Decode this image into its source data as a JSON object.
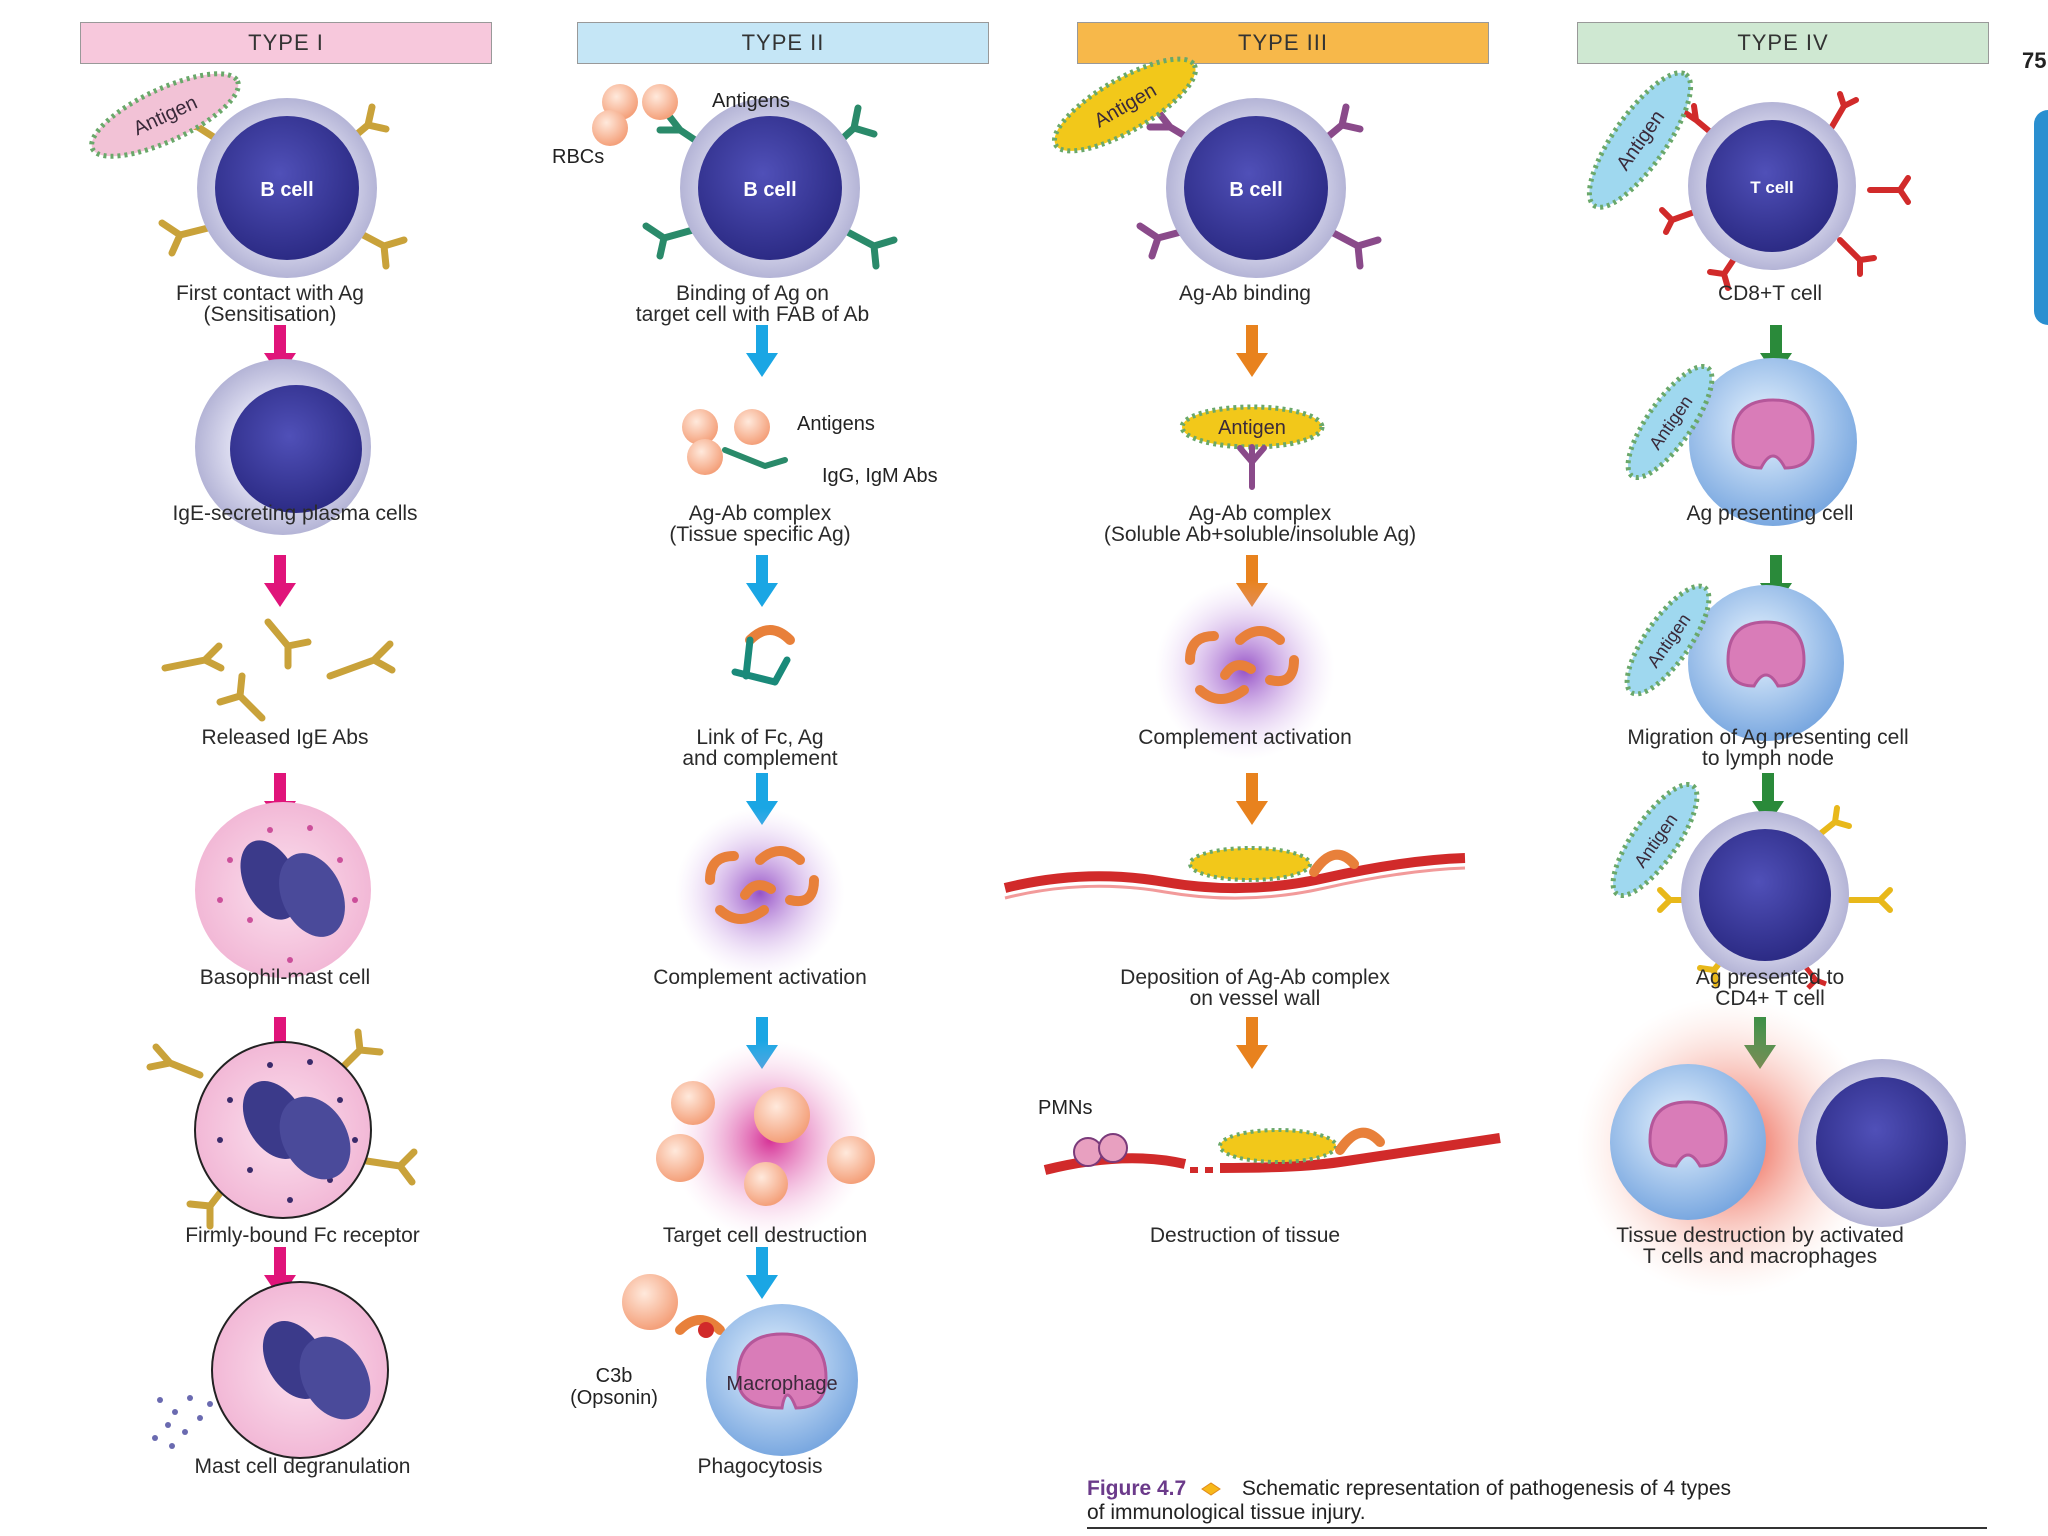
{
  "page_number": "75",
  "columns": [
    {
      "header": "TYPE I",
      "header_color": "#f7c8dc",
      "steps": [
        "First contact with Ag",
        "(Sensitisation)",
        "IgE-secreting plasma cells",
        "Released IgE Abs",
        "Basophil-mast cell",
        "Firmly-bound Fc receptor",
        "Mast cell degranulation"
      ]
    },
    {
      "header": "TYPE II",
      "header_color": "#c5e6f6",
      "steps": [
        "Binding of Ag on",
        "target cell with FAB of Ab",
        "Ag-Ab complex",
        "(Tissue specific Ag)",
        "Link of Fc, Ag",
        "and complement",
        "Complement activation",
        "Target cell destruction",
        "Phagocytosis"
      ]
    },
    {
      "header": "TYPE III",
      "header_color": "#f7b84a",
      "steps": [
        "Ag-Ab binding",
        "Ag-Ab complex",
        "(Soluble Ab+soluble/insoluble Ag)",
        "Complement activation",
        "Deposition of Ag-Ab complex",
        "on vessel wall",
        "Destruction of tissue"
      ]
    },
    {
      "header": "TYPE IV",
      "header_color": "#cfe8d2",
      "steps": [
        "CD8+T cell",
        "Ag presenting cell",
        "Migration of Ag presenting cell",
        "to lymph node",
        "Ag presented to",
        "CD4+ T cell",
        "Tissue destruction by activated",
        "T cells and macrophages"
      ]
    }
  ],
  "annotations": {
    "antigen": "Antigen",
    "antigens": "Antigens",
    "rbcs": "RBCs",
    "b_cell": "B cell",
    "t_cell": "T cell",
    "igg_igm": "IgG, IgM Abs",
    "c3b": "C3b",
    "opsonin": "(Opsonin)",
    "macrophage": "Macrophage",
    "pmns": "PMNs"
  },
  "caption": {
    "figure": "Figure 4.7",
    "line1": "Schematic representation of pathogenesis of 4 types",
    "line2": "of immunological tissue injury."
  },
  "colors": {
    "arrow_type1": "#e0147a",
    "arrow_type2": "#1aa6e4",
    "arrow_type3": "#e8821e",
    "arrow_type4": "#2a8a3a",
    "cell_nucleus": "#3b3a9a",
    "antigen_yellow": "#f2c81a",
    "antigen_blue": "#9fd8ef",
    "antigen_pink": "#f2c2d6"
  }
}
